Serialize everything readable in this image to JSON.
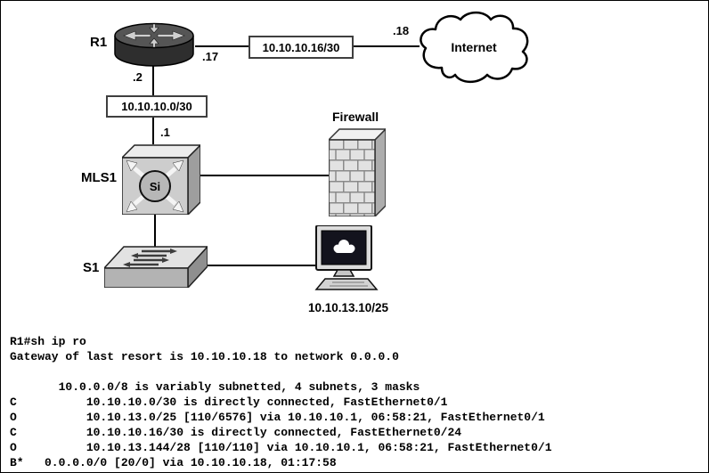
{
  "diagram": {
    "devices": {
      "r1": "R1",
      "mls1": "MLS1",
      "s1": "S1",
      "internet": "Internet",
      "firewall": "Firewall",
      "host_ip": "10.10.13.10/25",
      "si_badge": "Si"
    },
    "subnets": {
      "wan": "10.10.10.16/30",
      "lan": "10.10.10.0/30"
    },
    "interfaces": {
      "r1_wan": ".17",
      "internet_side": ".18",
      "r1_lan": ".2",
      "mls1_uplink": ".1"
    }
  },
  "console": {
    "lines": [
      "R1#sh ip ro",
      "Gateway of last resort is 10.10.10.18 to network 0.0.0.0",
      "",
      "       10.0.0.0/8 is variably subnetted, 4 subnets, 3 masks",
      "C          10.10.10.0/30 is directly connected, FastEthernet0/1",
      "O          10.10.13.0/25 [110/6576] via 10.10.10.1, 06:58:21, FastEthernet0/1",
      "C          10.10.10.16/30 is directly connected, FastEthernet0/24",
      "O          10.10.13.144/28 [110/110] via 10.10.10.1, 06:58:21, FastEthernet0/1",
      "B*   0.0.0.0/0 [20/0] via 10.10.10.18, 01:17:58"
    ]
  }
}
